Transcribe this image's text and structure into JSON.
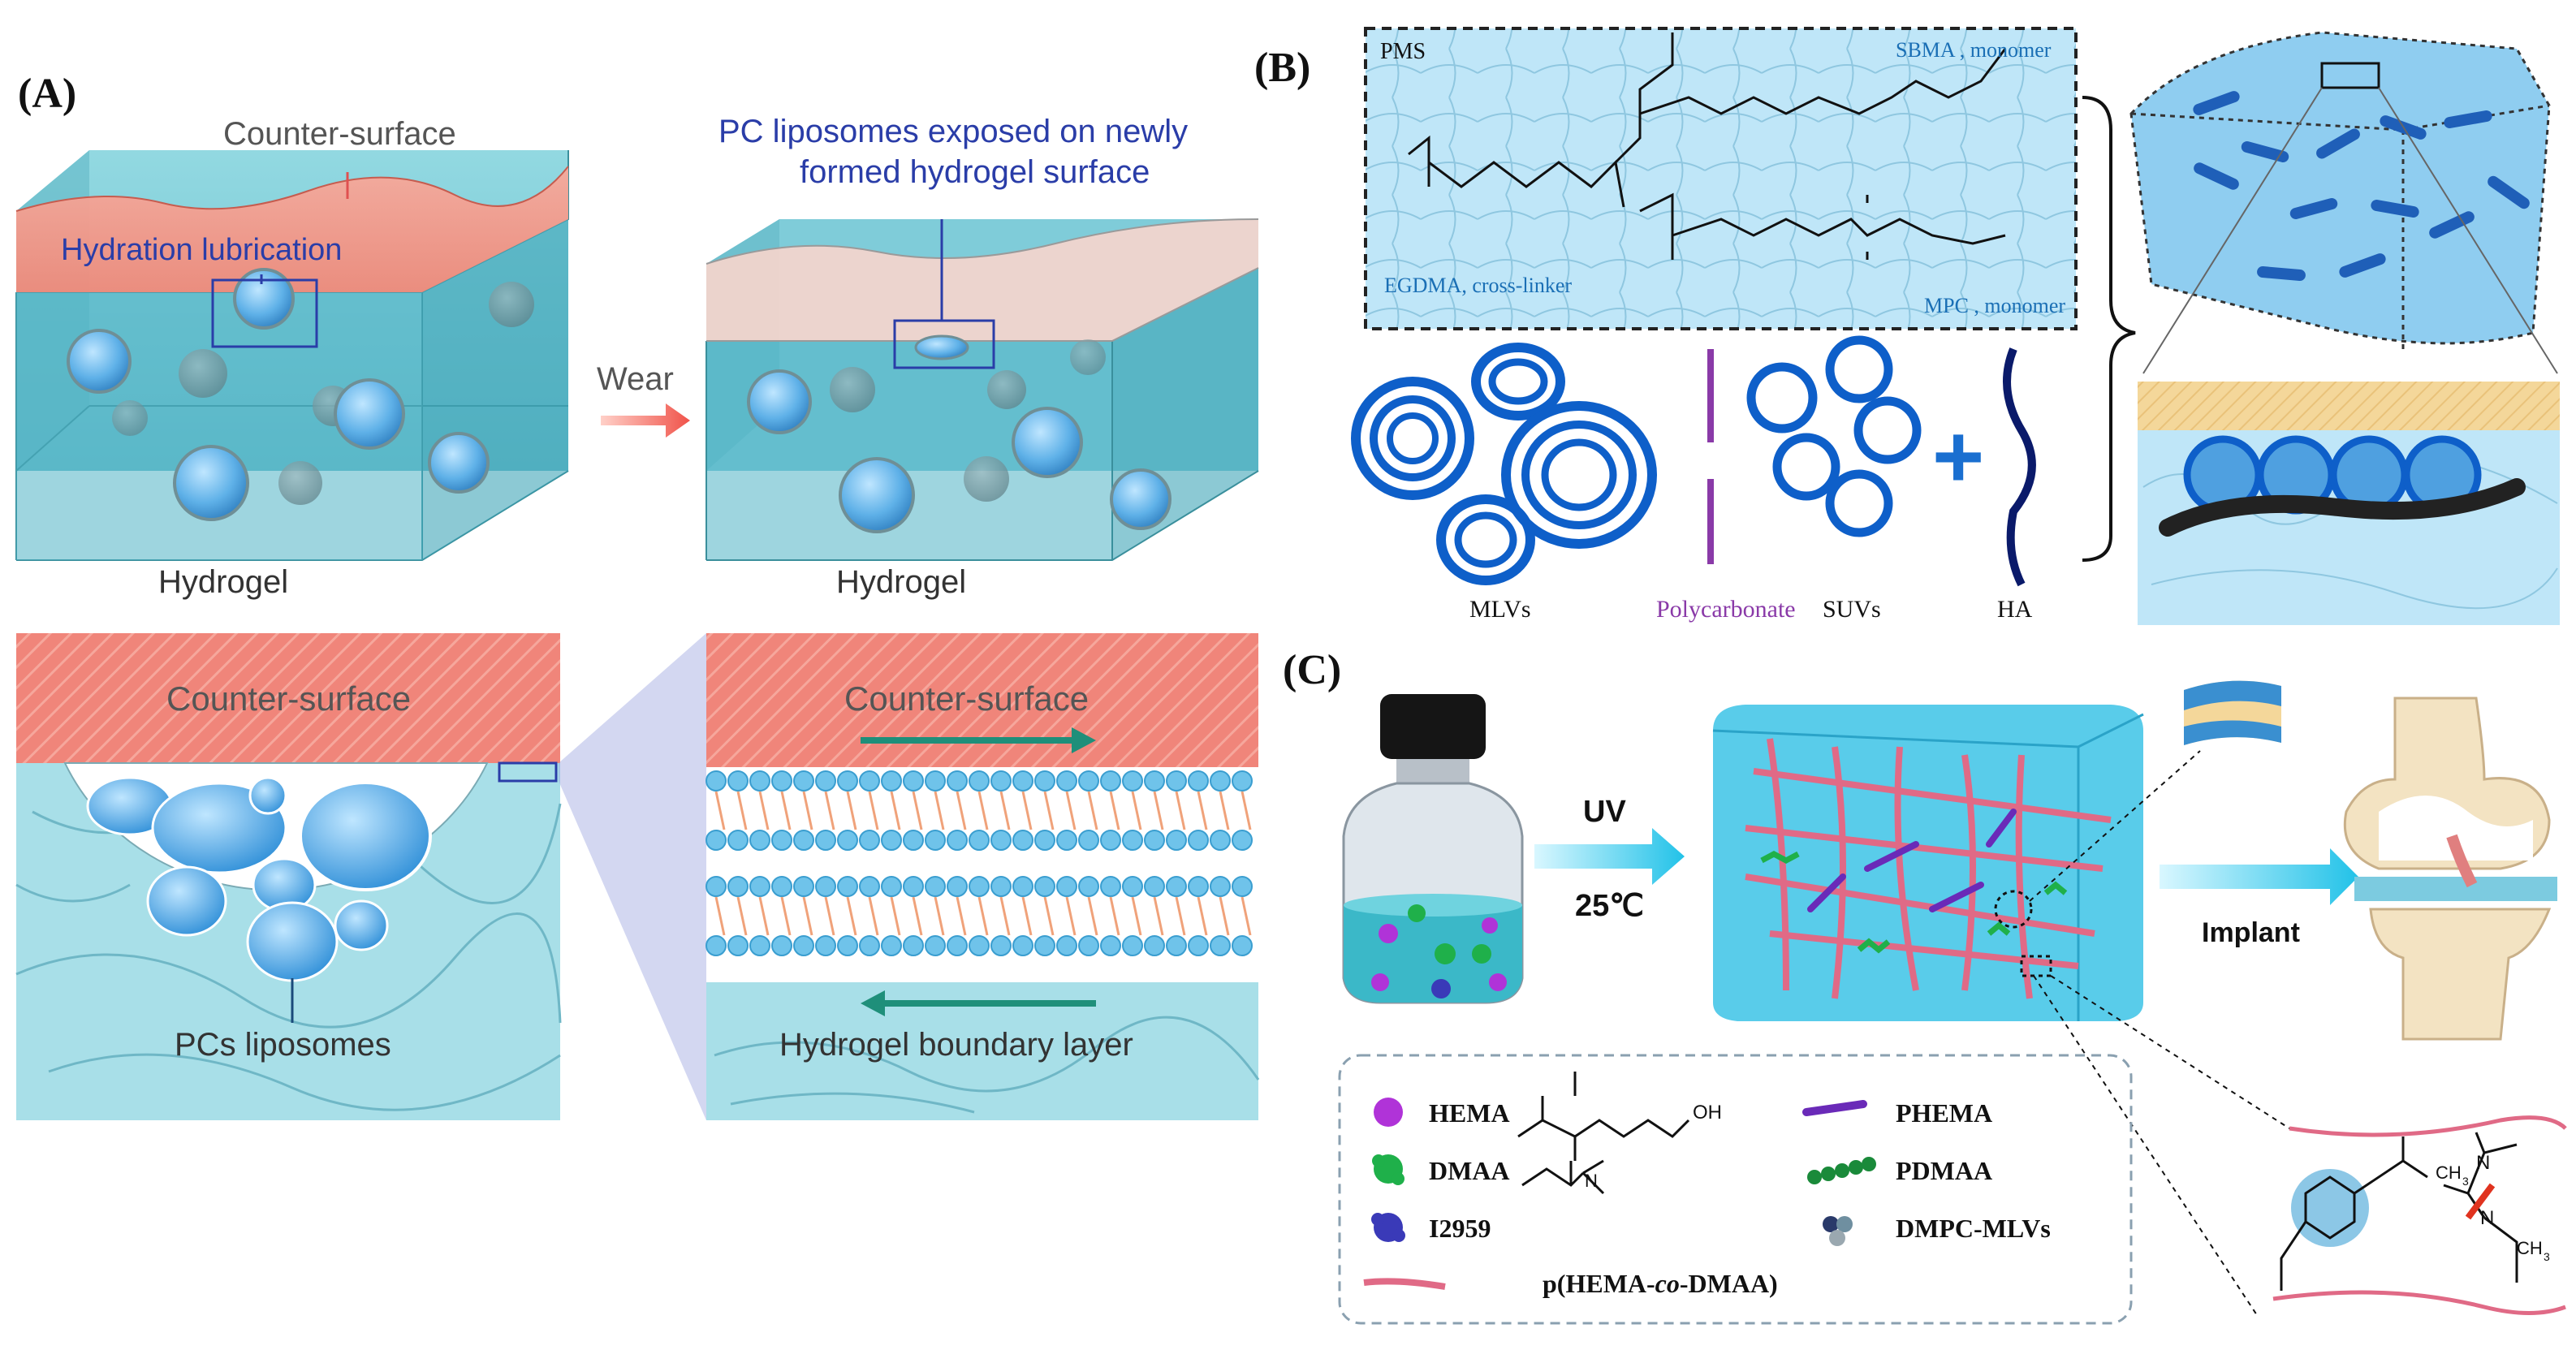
{
  "panelA": {
    "label": "(A)",
    "top_left": {
      "counter_surface": "Counter-surface",
      "hydration": "Hydration lubrication",
      "hydrogel": "Hydrogel"
    },
    "arrow_label": "Wear",
    "top_right": {
      "pc_text_line1": "PC liposomes exposed on newly",
      "pc_text_line2": "formed hydrogel surface",
      "hydrogel": "Hydrogel"
    },
    "bottom_left": {
      "counter_surface": "Counter-surface",
      "pcs_liposomes": "PCs liposomes"
    },
    "bottom_right": {
      "counter_surface": "Counter-surface",
      "boundary_layer": "Hydrogel boundary layer"
    }
  },
  "panelB": {
    "label": "(B)",
    "pms": "PMS",
    "sbma": "SBMA , monomer",
    "egdma": "EGDMA, cross-linker",
    "mpc": "MPC , monomer",
    "mlvs": "MLVs",
    "polycarbonate": "Polycarbonate",
    "suvs": "SUVs",
    "ha": "HA",
    "plus": "+"
  },
  "panelC": {
    "label": "(C)",
    "uv": "UV",
    "temp": "25℃",
    "implant": "Implant",
    "legend": {
      "hema": "HEMA",
      "dmaa": "DMAA",
      "i2959": "I2959",
      "phema": "PHEMA",
      "pdmaa": "PDMAA",
      "dmpc": "DMPC-MLVs",
      "copolymer_pre": "p(HEMA-",
      "copolymer_co": "co",
      "copolymer_post": "-DMAA)"
    },
    "chem": {
      "oh": "OH",
      "n": "N",
      "ch3": "CH",
      "sub3": "3"
    }
  },
  "colors": {
    "hydrogel": "#5fbfcf",
    "counter_surface": "#f08a7a",
    "liposome": "#2f8fd8",
    "navy": "#1a2a9a",
    "teal_arrow": "#1f8f7a",
    "purple": "#8a3aa8",
    "pink": "#e06a86"
  }
}
